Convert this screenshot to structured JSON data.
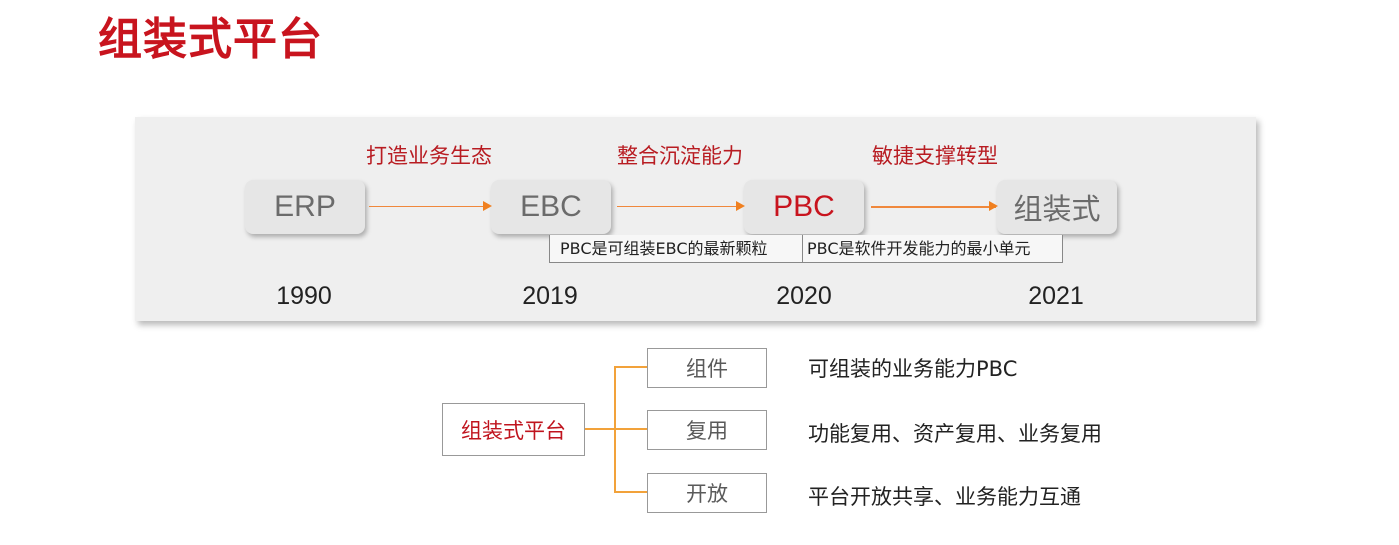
{
  "title": "组装式平台",
  "timeline": {
    "stages": [
      {
        "label": "ERP",
        "year": "1990"
      },
      {
        "label": "EBC",
        "year": "2019"
      },
      {
        "label": "PBC",
        "year": "2020"
      },
      {
        "label": "组装式",
        "year": "2021"
      }
    ],
    "phases": [
      "打造业务生态",
      "整合沉淀能力",
      "敏捷支撑转型"
    ],
    "notes": [
      "PBC是可组装EBC的最新颗粒",
      "PBC是软件开发能力的最小单元"
    ]
  },
  "tree": {
    "root": "组装式平台",
    "branches": [
      {
        "label": "组件",
        "description": "可组装的业务能力PBC"
      },
      {
        "label": "复用",
        "description": "功能复用、资产复用、业务复用"
      },
      {
        "label": "开放",
        "description": "平台开放共享、业务能力互通"
      }
    ]
  },
  "colors": {
    "title": "#c8141e",
    "accent_red": "#b81c22",
    "arrow_orange": "#f08020",
    "panel_bg": "#efefef"
  }
}
